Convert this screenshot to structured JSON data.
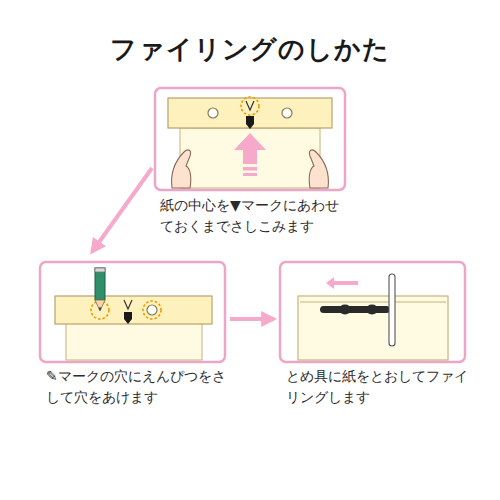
{
  "diagram": {
    "title": "ファイリングのしかた",
    "nodes": [
      {
        "text": [
          "紙の中心を▼マークにあわせておくまでさしこみます"
        ]
      },
      {
        "text": [
          "✎マークの穴にえんぴつをさして穴をあけます"
        ]
      },
      {
        "text": [
          "とめ具に紙をとおしてファイリングします"
        ]
      }
    ],
    "edges": [
      {
        "from": 0,
        "to": 1,
        "arrow": "to"
      },
      {
        "from": 1,
        "to": 2,
        "arrow": "to"
      }
    ]
  }
}
